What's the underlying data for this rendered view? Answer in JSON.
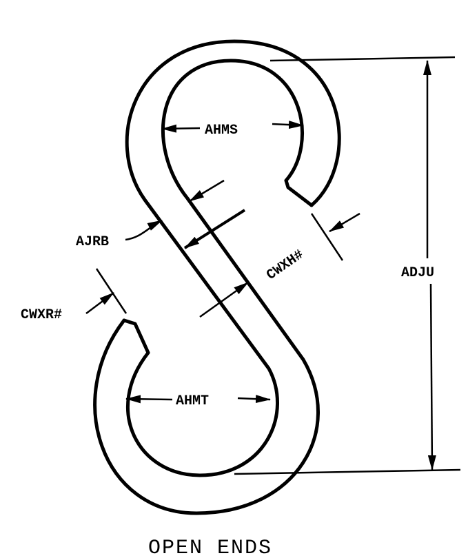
{
  "title": "OPEN ENDS",
  "labels": {
    "upper_inner_diameter": "AHMS",
    "lower_inner_diameter": "AHMT",
    "wire_diameter": "AJRB",
    "upper_opening": "CWXH#",
    "lower_opening": "CWXR#",
    "overall_length": "ADJU"
  }
}
